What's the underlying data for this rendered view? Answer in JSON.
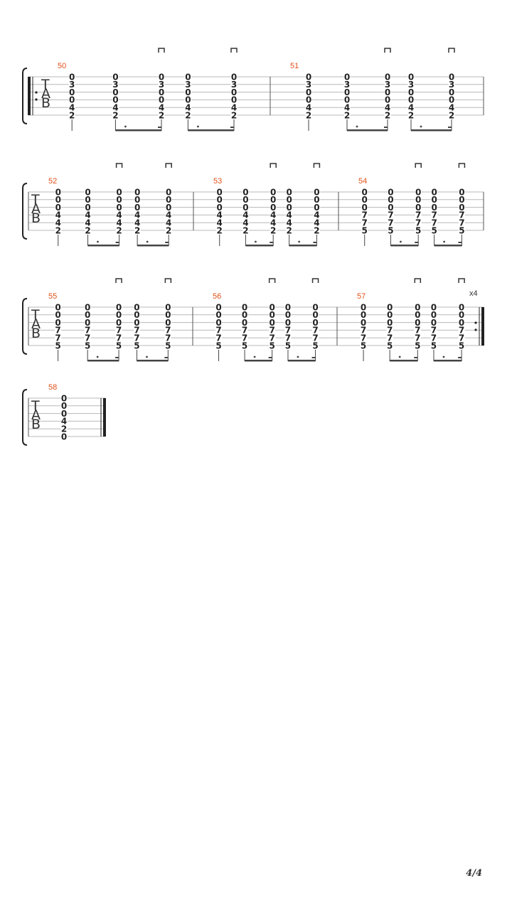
{
  "score": {
    "tab_label": [
      "T",
      "A",
      "B"
    ],
    "systems": [
      {
        "repeat_start": true,
        "measures": [
          {
            "number": "50",
            "chord": [
              "0",
              "3",
              "0",
              "0",
              "4",
              "2"
            ]
          },
          {
            "number": "51",
            "chord": [
              "0",
              "3",
              "0",
              "0",
              "4",
              "2"
            ]
          }
        ]
      },
      {
        "measures": [
          {
            "number": "52",
            "chord": [
              "0",
              "0",
              "0",
              "4",
              "4",
              "2"
            ]
          },
          {
            "number": "53",
            "chord": [
              "0",
              "0",
              "0",
              "4",
              "4",
              "2"
            ]
          },
          {
            "number": "54",
            "chord": [
              "0",
              "0",
              "0",
              "7",
              "7",
              "5"
            ]
          }
        ]
      },
      {
        "repeat_end": true,
        "repeat_text": "x4",
        "measures": [
          {
            "number": "55",
            "chord": [
              "0",
              "0",
              "0",
              "7",
              "7",
              "5"
            ]
          },
          {
            "number": "56",
            "chord": [
              "0",
              "0",
              "0",
              "7",
              "7",
              "5"
            ]
          },
          {
            "number": "57",
            "chord": [
              "0",
              "0",
              "0",
              "7",
              "7",
              "5"
            ]
          }
        ]
      },
      {
        "final": true,
        "measures": [
          {
            "number": "58",
            "chord": [
              "0",
              "0",
              "0",
              "4",
              "2",
              "0"
            ],
            "whole": true
          }
        ]
      }
    ]
  },
  "page_number": "4/4"
}
